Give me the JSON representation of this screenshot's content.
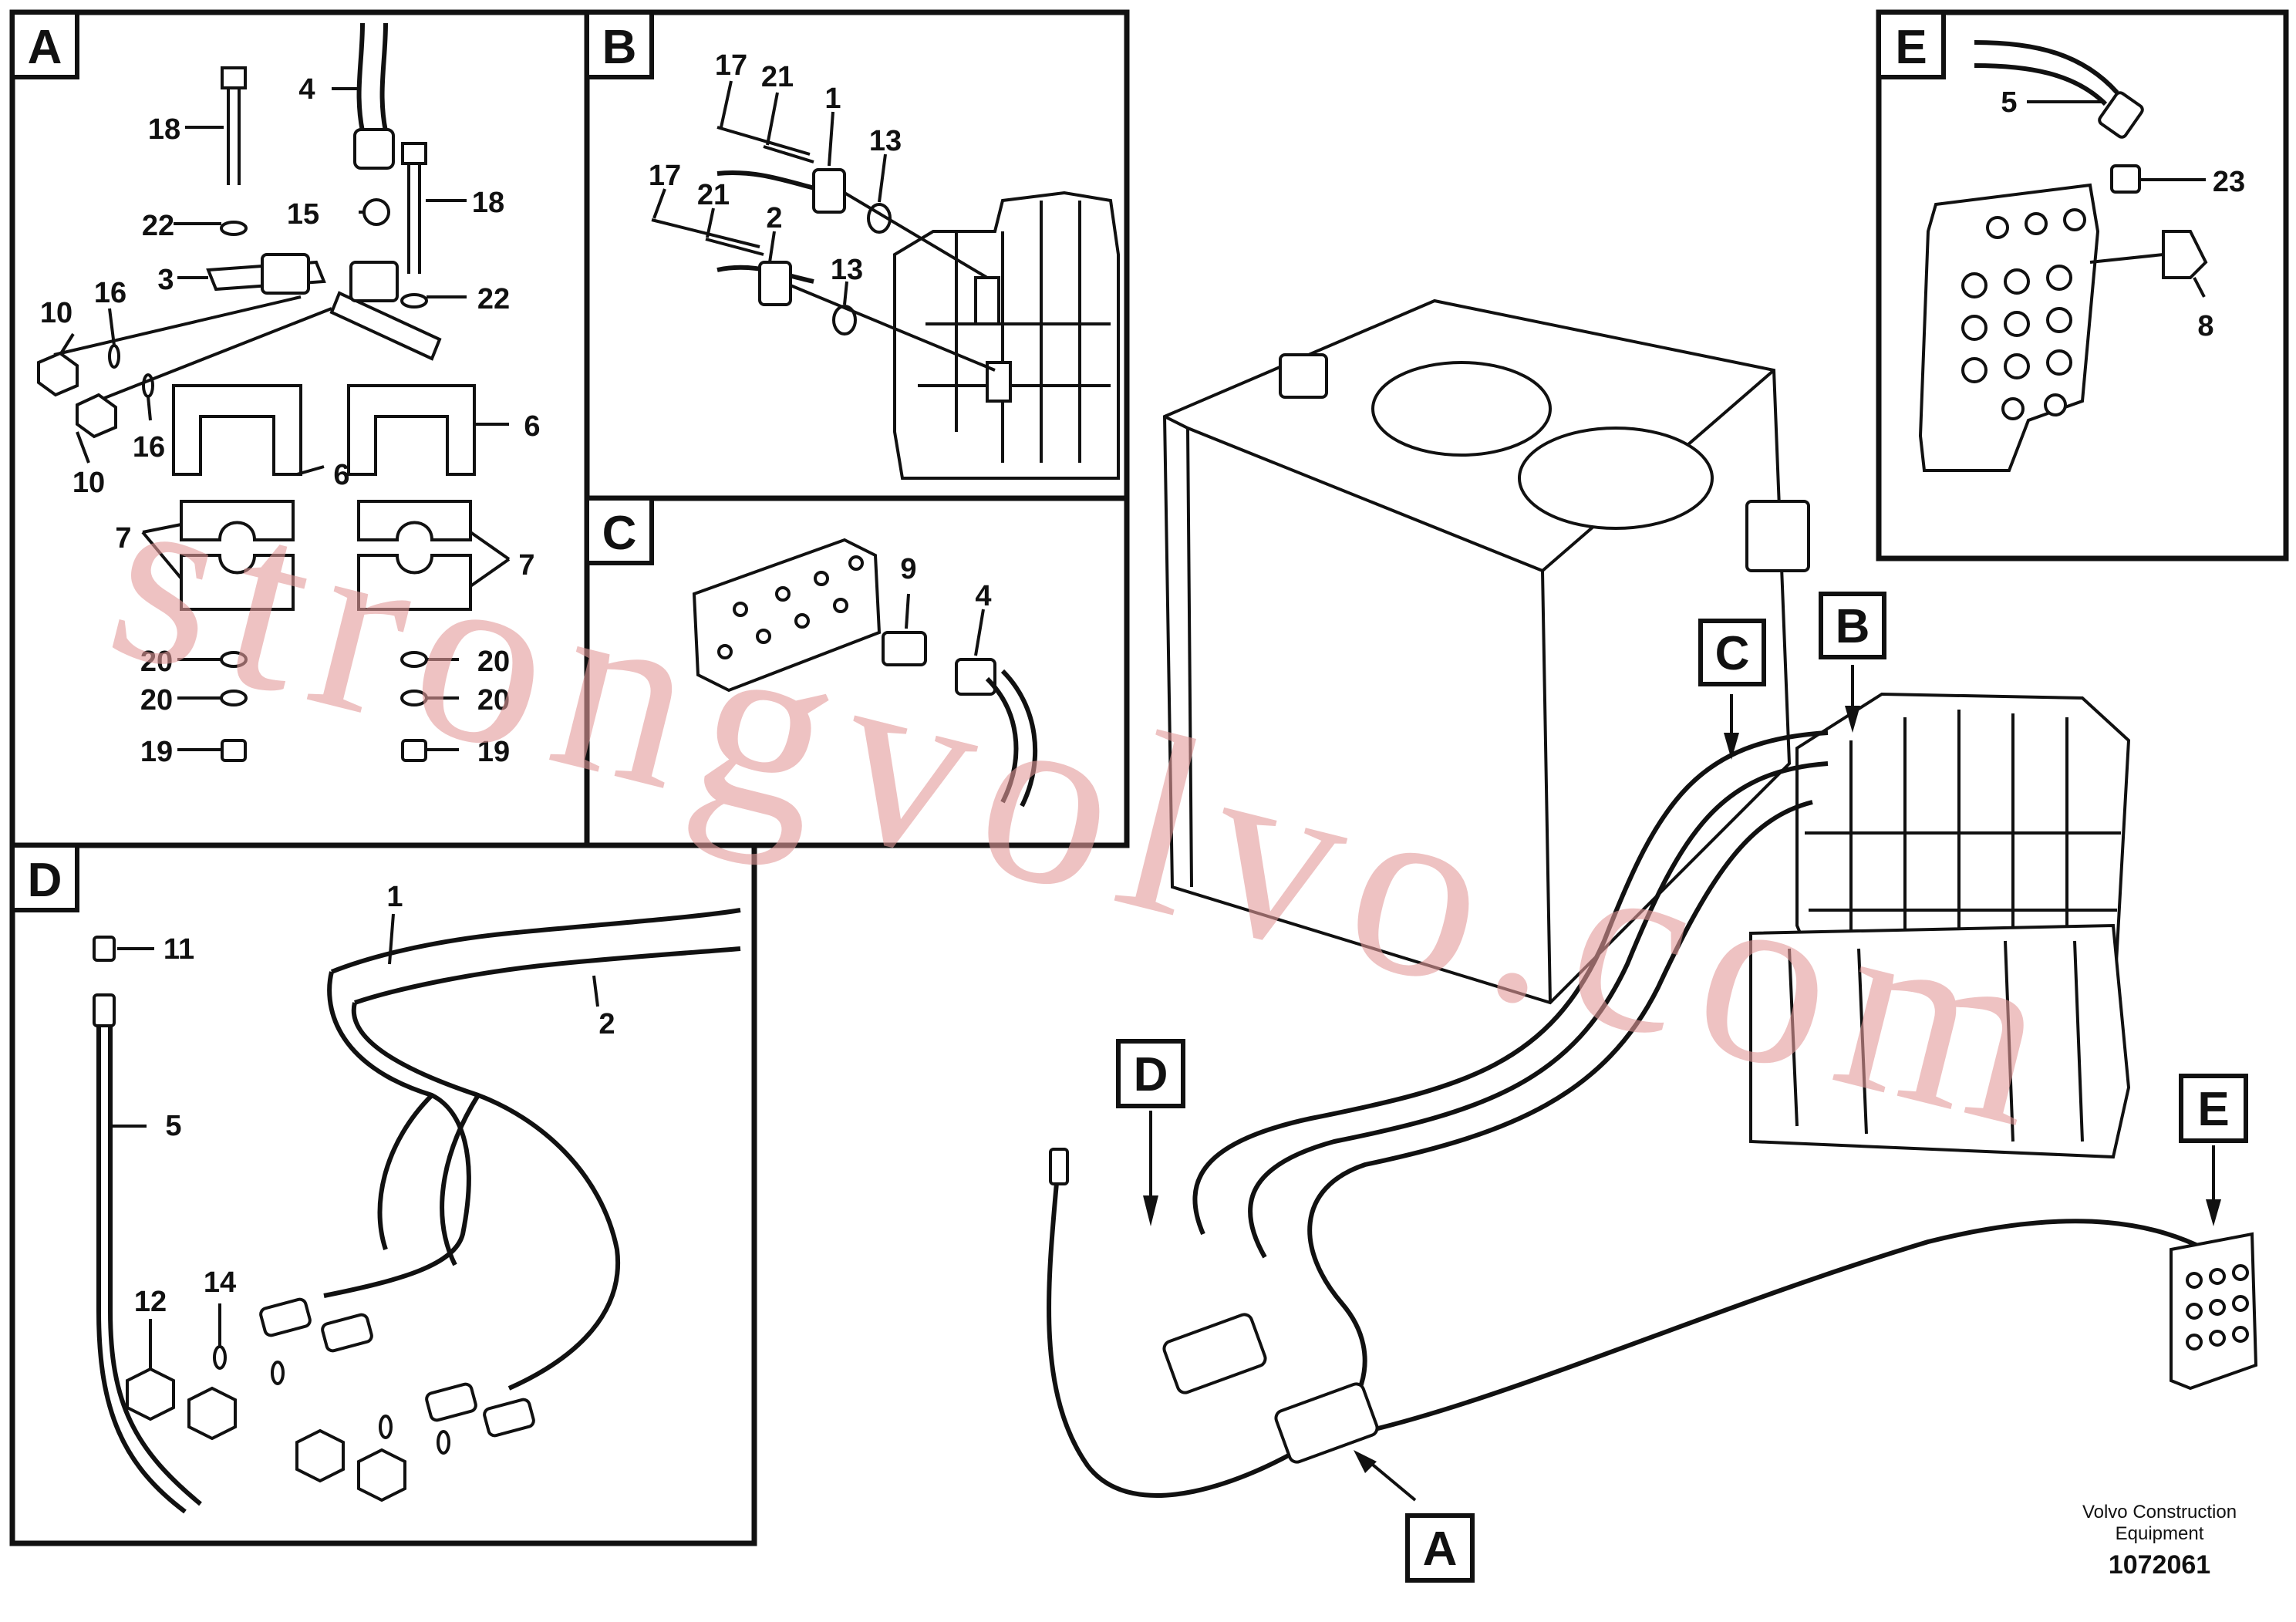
{
  "panels": [
    {
      "id": "A",
      "callouts": [
        "18",
        "4",
        "15",
        "18",
        "22",
        "22",
        "3",
        "16",
        "10",
        "16",
        "10",
        "6",
        "6",
        "7",
        "7",
        "20",
        "20",
        "20",
        "20",
        "19",
        "19"
      ]
    },
    {
      "id": "B",
      "callouts": [
        "17",
        "21",
        "1",
        "13",
        "17",
        "21",
        "2",
        "13"
      ]
    },
    {
      "id": "C",
      "callouts": [
        "9",
        "4"
      ]
    },
    {
      "id": "D",
      "callouts": [
        "11",
        "1",
        "2",
        "5",
        "12",
        "14"
      ]
    },
    {
      "id": "E",
      "callouts": [
        "5",
        "23",
        "8"
      ]
    }
  ],
  "overview_markers": [
    "C",
    "B",
    "D",
    "E",
    "A"
  ],
  "watermark": "strongvolvo.com",
  "footer": {
    "line1": "Volvo Construction",
    "line2": "Equipment",
    "doc_number": "1072061"
  }
}
